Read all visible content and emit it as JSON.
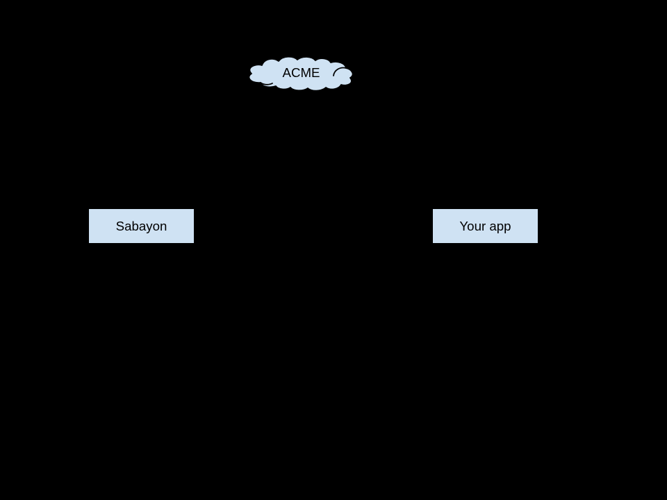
{
  "diagram": {
    "background_color": "#000000",
    "shape_fill_color": "#cfe2f3",
    "outline_color": "#000000",
    "text_color": "#000000",
    "cloud": {
      "label": "ACME"
    },
    "nodes": [
      {
        "id": "sabayon",
        "label": "Sabayon"
      },
      {
        "id": "your-app",
        "label": "Your app"
      }
    ]
  }
}
